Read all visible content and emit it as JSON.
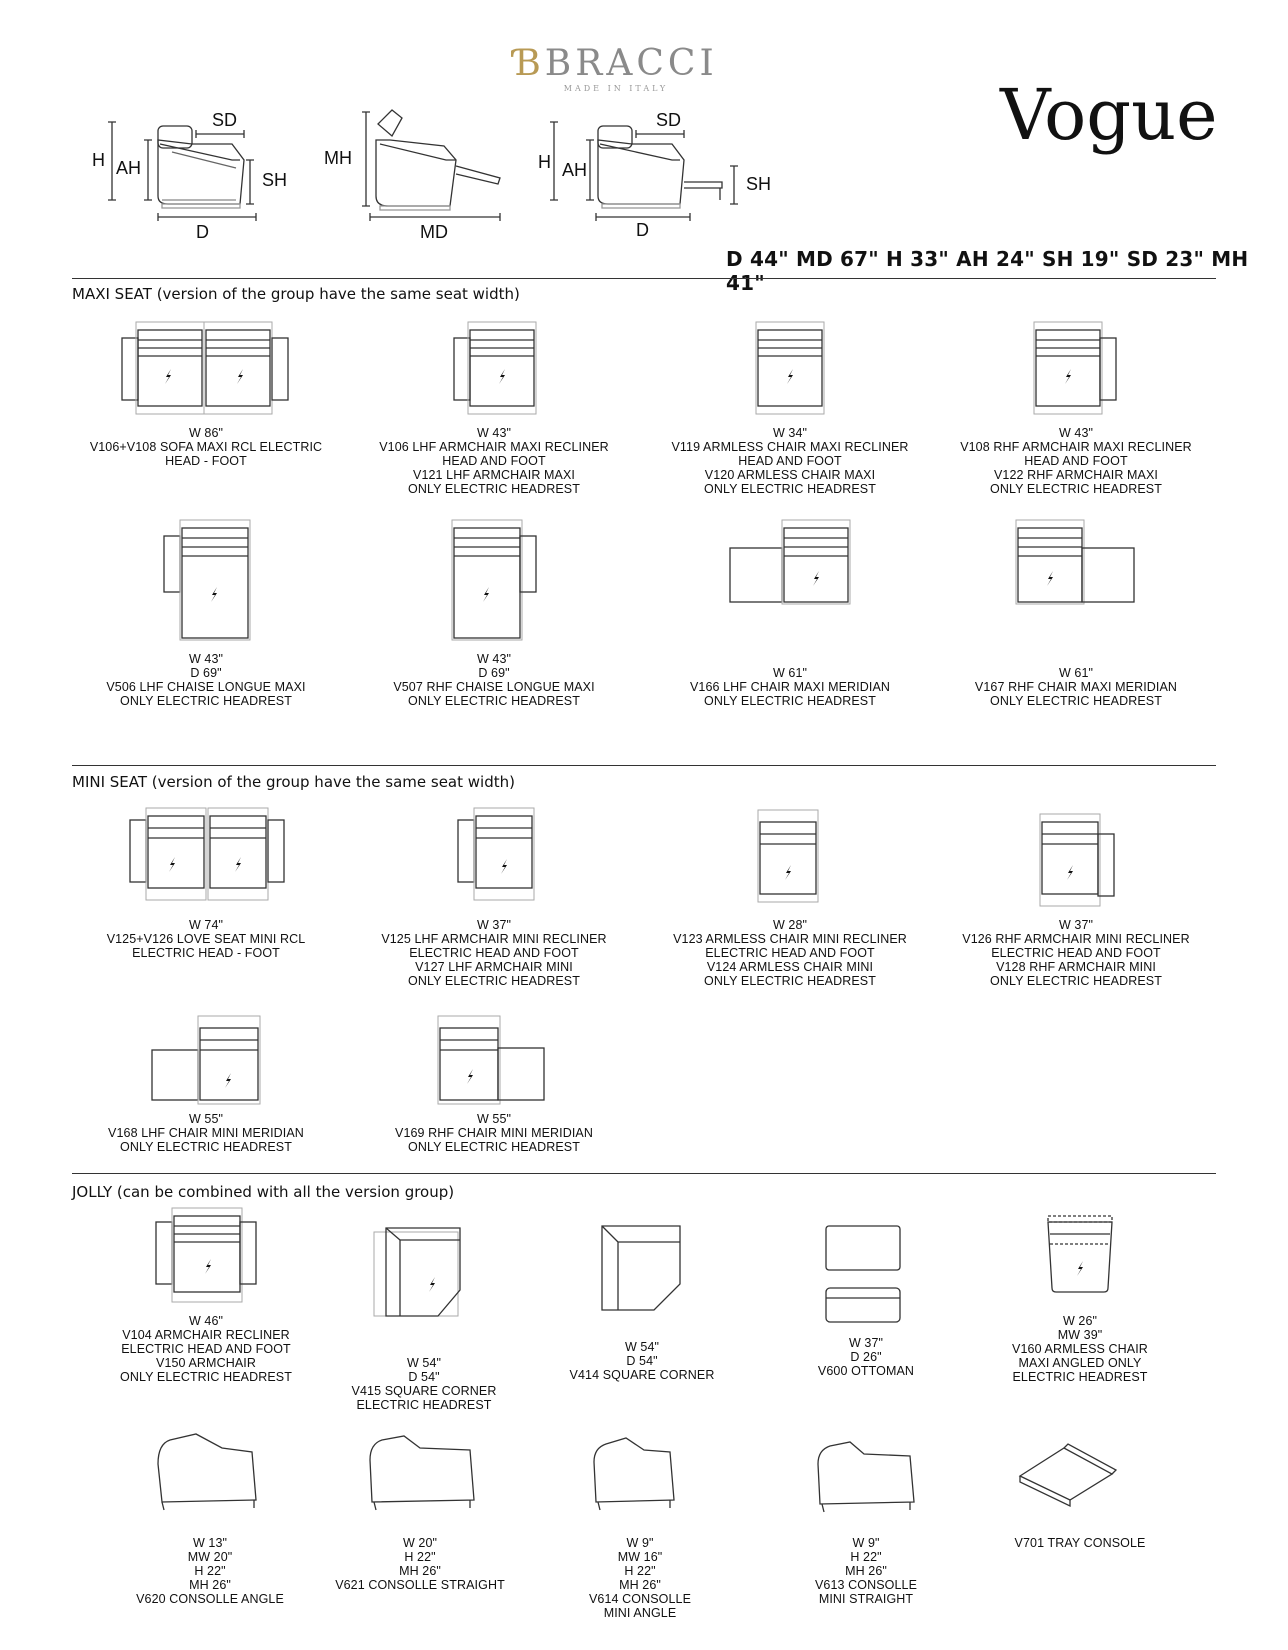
{
  "brand": {
    "name": "BRACCI",
    "tagline": "MADE IN ITALY"
  },
  "product": {
    "title": "Vogue"
  },
  "profile_labels": {
    "h": "H",
    "ah": "AH",
    "sd": "SD",
    "sh": "SH",
    "d": "D",
    "mh": "MH",
    "md": "MD"
  },
  "dimensions_summary": "D 44\" MD 67\" H 33\" AH 24\" SH 19\" SD 23\" MH 41\"",
  "sections": {
    "maxi": {
      "title": "MAXI SEAT (version of the group have the same seat width)"
    },
    "mini": {
      "title": "MINI SEAT (version of the group have the same seat width)"
    },
    "jolly": {
      "title": "JOLLY (can be combined with all the version group)"
    }
  },
  "maxi_items": [
    {
      "lines": [
        "W 86\"",
        "V106+V108 SOFA MAXI RCL ELECTRIC",
        "HEAD - FOOT"
      ]
    },
    {
      "lines": [
        "W 43\"",
        "V106 LHF ARMCHAIR MAXI RECLINER",
        "HEAD AND FOOT",
        "V121 LHF ARMCHAIR MAXI",
        "ONLY ELECTRIC HEADREST"
      ]
    },
    {
      "lines": [
        "W 34\"",
        "V119 ARMLESS CHAIR MAXI RECLINER",
        "HEAD AND FOOT",
        "V120 ARMLESS CHAIR MAXI",
        "ONLY ELECTRIC HEADREST"
      ]
    },
    {
      "lines": [
        "W 43\"",
        "V108 RHF ARMCHAIR MAXI RECLINER",
        "HEAD AND FOOT",
        "V122 RHF ARMCHAIR MAXI",
        "ONLY ELECTRIC HEADREST"
      ]
    },
    {
      "lines": [
        "W 43\"",
        "D 69\"",
        "V506 LHF CHAISE LONGUE MAXI",
        "ONLY ELECTRIC HEADREST"
      ]
    },
    {
      "lines": [
        "W 43\"",
        "D 69\"",
        "V507 RHF CHAISE LONGUE MAXI",
        "ONLY ELECTRIC HEADREST"
      ]
    },
    {
      "lines": [
        "W 61\"",
        "V166 LHF CHAIR MAXI MERIDIAN",
        "ONLY ELECTRIC HEADREST"
      ]
    },
    {
      "lines": [
        "W 61\"",
        "V167 RHF CHAIR MAXI MERIDIAN",
        "ONLY ELECTRIC HEADREST"
      ]
    }
  ],
  "mini_items": [
    {
      "lines": [
        "W 74\"",
        "V125+V126 LOVE SEAT MINI RCL",
        "ELECTRIC HEAD - FOOT"
      ]
    },
    {
      "lines": [
        "W 37\"",
        "V125 LHF ARMCHAIR MINI RECLINER",
        "ELECTRIC HEAD AND FOOT",
        "V127 LHF ARMCHAIR MINI",
        "ONLY ELECTRIC HEADREST"
      ]
    },
    {
      "lines": [
        "W 28\"",
        "V123 ARMLESS CHAIR MINI RECLINER",
        "ELECTRIC HEAD AND FOOT",
        "V124 ARMLESS CHAIR MINI",
        "ONLY ELECTRIC HEADREST"
      ]
    },
    {
      "lines": [
        "W 37\"",
        "V126 RHF ARMCHAIR MINI RECLINER",
        "ELECTRIC HEAD AND FOOT",
        "V128 RHF ARMCHAIR MINI",
        "ONLY ELECTRIC HEADREST"
      ]
    },
    {
      "lines": [
        "W 55\"",
        "V168 LHF CHAIR MINI MERIDIAN",
        "ONLY ELECTRIC HEADREST"
      ]
    },
    {
      "lines": [
        "W 55\"",
        "V169 RHF CHAIR MINI MERIDIAN",
        "ONLY ELECTRIC HEADREST"
      ]
    }
  ],
  "jolly_items": [
    {
      "lines": [
        "W 46\"",
        "V104 ARMCHAIR RECLINER",
        "ELECTRIC HEAD AND FOOT",
        "V150 ARMCHAIR",
        "ONLY ELECTRIC HEADREST"
      ]
    },
    {
      "lines": [
        "W 54\"",
        "D 54\"",
        "V415 SQUARE CORNER",
        "ELECTRIC HEADREST"
      ]
    },
    {
      "lines": [
        "W 54\"",
        "D 54\"",
        "V414 SQUARE CORNER"
      ]
    },
    {
      "lines": [
        "W 37\"",
        "D 26\"",
        "V600 OTTOMAN"
      ]
    },
    {
      "lines": [
        "W 26\"",
        "MW 39\"",
        "V160 ARMLESS CHAIR",
        "MAXI ANGLED ONLY",
        "ELECTRIC HEADREST"
      ]
    },
    {
      "lines": [
        "W 13\"",
        "MW 20\"",
        "H 22\"",
        "MH 26\"",
        "V620 CONSOLLE ANGLE"
      ]
    },
    {
      "lines": [
        "W 20\"",
        "H 22\"",
        "MH 26\"",
        "V621 CONSOLLE STRAIGHT"
      ]
    },
    {
      "lines": [
        "W 9\"",
        "MW 16\"",
        "H 22\"",
        "MH 26\"",
        "V614 CONSOLLE",
        "MINI ANGLE"
      ]
    },
    {
      "lines": [
        "W 9\"",
        "H 22\"",
        "MH 26\"",
        "V613 CONSOLLE",
        "MINI STRAIGHT"
      ]
    },
    {
      "lines": [
        "V701 TRAY CONSOLE"
      ]
    }
  ],
  "colors": {
    "brand_gold": "#b89a55",
    "brand_grey": "#8a8a8a",
    "line": "#333333",
    "shade": "#999999"
  }
}
